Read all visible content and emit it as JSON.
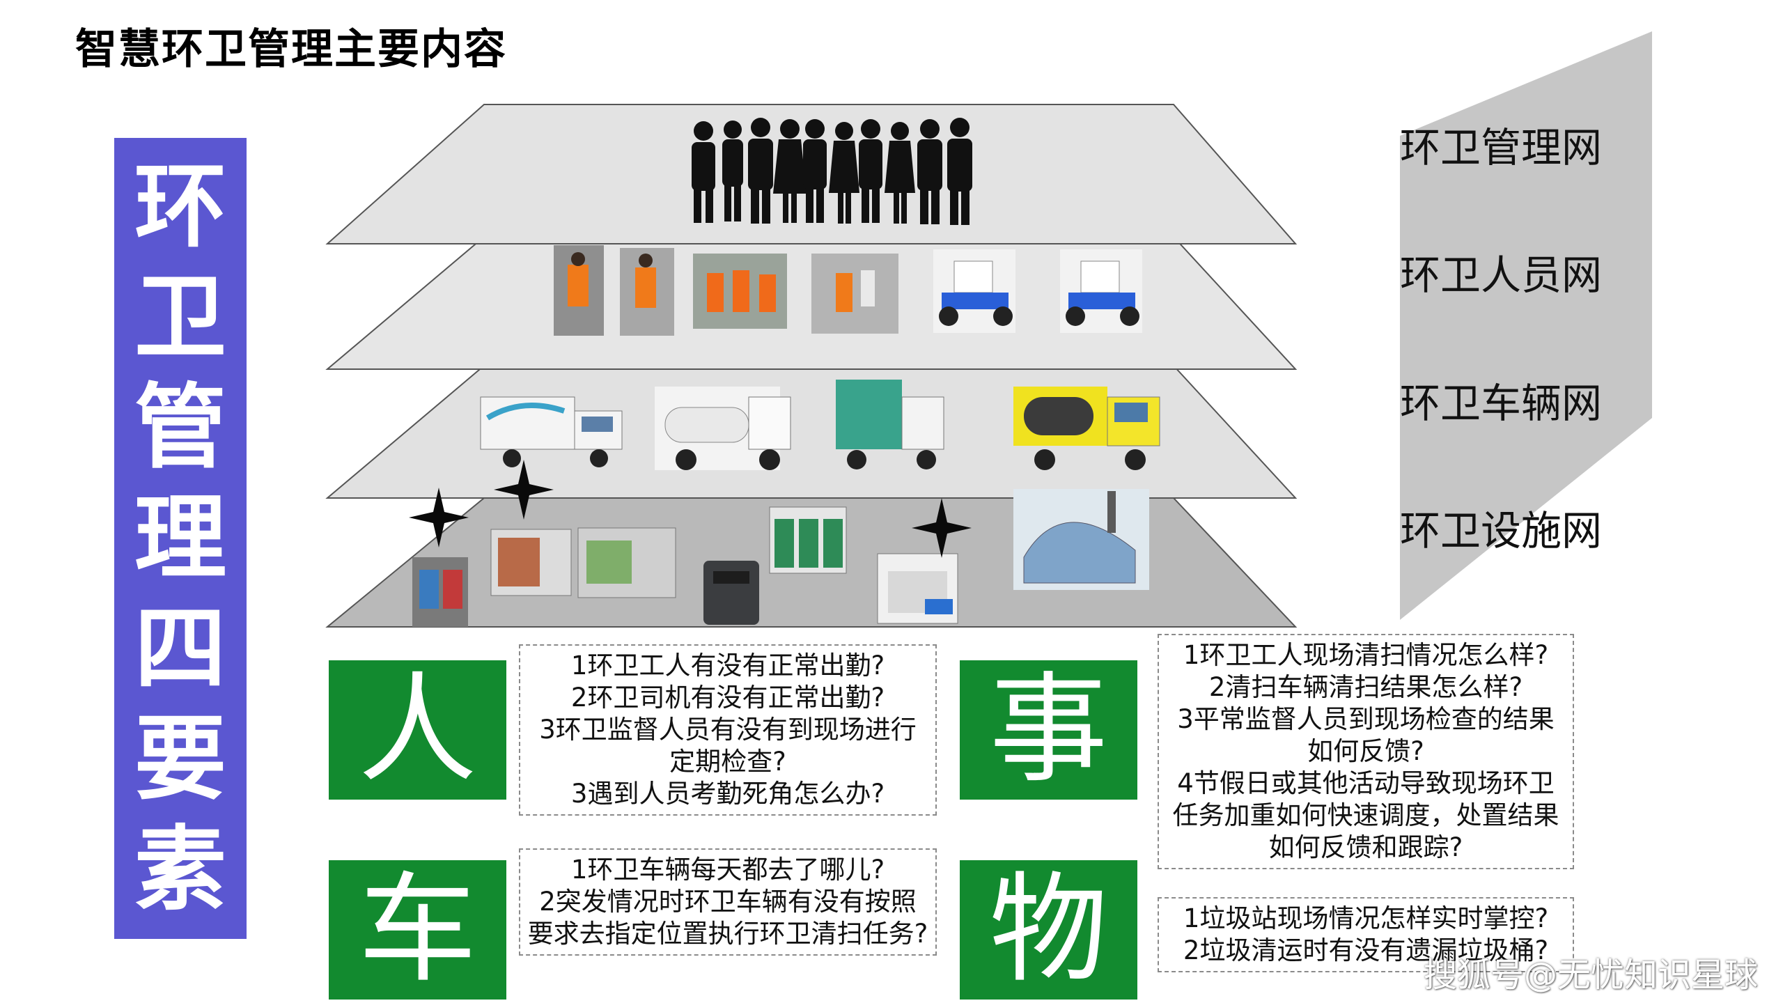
{
  "page_title": "智慧环卫管理主要内容",
  "banner_chars": [
    "环",
    "卫",
    "管",
    "理",
    "四",
    "要",
    "素"
  ],
  "layers": [
    {
      "label": "环卫管理网",
      "icon": "people-silhouettes-icon"
    },
    {
      "label": "环卫人员网",
      "icon": "sanitation-workers-photos-icon"
    },
    {
      "label": "环卫车辆网",
      "icon": "sanitation-trucks-photos-icon"
    },
    {
      "label": "环卫设施网",
      "icon": "sanitation-facilities-photos-icon"
    }
  ],
  "elements": [
    {
      "char": "人",
      "questions": [
        "1环卫工人有没有正常出勤?",
        "2环卫司机有没有正常出勤?",
        "3环卫监督人员有没有到现场进行",
        "定期检查?",
        "3遇到人员考勤死角怎么办?"
      ]
    },
    {
      "char": "车",
      "questions": [
        "1环卫车辆每天都去了哪儿?",
        "2突发情况时环卫车辆有没有按照",
        "要求去指定位置执行环卫清扫任务?"
      ]
    },
    {
      "char": "事",
      "questions": [
        "1环卫工人现场清扫情况怎么样?",
        "2清扫车辆清扫结果怎么样?",
        "3平常监督人员到现场检查的结果",
        "如何反馈?",
        "4节假日或其他活动导致现场环卫",
        "任务加重如何快速调度，处置结果",
        "如何反馈和跟踪?"
      ]
    },
    {
      "char": "物",
      "questions": [
        "1垃圾站现场情况怎样实时掌控?",
        "2垃圾清运时有没有遗漏垃圾桶?"
      ]
    }
  ],
  "colors": {
    "banner": "#5b57d1",
    "element_box": "#128a2f",
    "layer_plane": "#e3e3e3",
    "facility_plane": "#b9b9b9",
    "side_wedge": "#c6c6c6"
  },
  "watermark": "搜狐号@无忧知识星球"
}
